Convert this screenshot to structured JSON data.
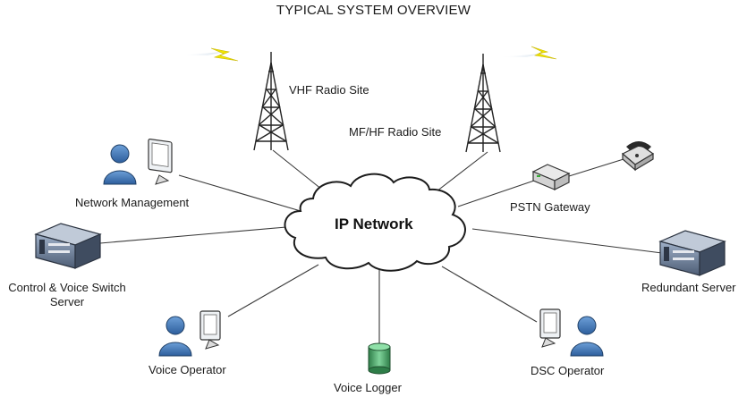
{
  "title": "TYPICAL SYSTEM OVERVIEW",
  "center_node": {
    "label": "IP Network",
    "icon": "cloud-icon"
  },
  "nodes": {
    "vhf_radio_site": {
      "label": "VHF Radio Site",
      "icon": "radio-tower-icon"
    },
    "mfhf_radio_site": {
      "label": "MF/HF Radio Site",
      "icon": "radio-tower-icon"
    },
    "network_management": {
      "label": "Network Management",
      "icon": "user-workstation-icon"
    },
    "pstn_gateway": {
      "label": "PSTN Gateway",
      "icon": "gateway-router-icon"
    },
    "control_voice_switch_server": {
      "label_line1": "Control & Voice Switch",
      "label_line2": "Server",
      "icon": "rack-server-icon"
    },
    "redundant_server": {
      "label": "Redundant Server",
      "icon": "rack-server-icon"
    },
    "voice_operator": {
      "label": "Voice Operator",
      "icon": "user-workstation-icon"
    },
    "dsc_operator": {
      "label": "DSC Operator",
      "icon": "user-workstation-icon"
    },
    "voice_logger": {
      "label": "Voice Logger",
      "icon": "database-cylinder-icon"
    },
    "telephone": {
      "icon": "telephone-icon"
    }
  },
  "colors": {
    "line": "#333333",
    "person": "#3b74b8",
    "server": "#5e6f86",
    "logger": "#3c9a5f",
    "lightning": "#f2e600",
    "beam": "#7fa6c9"
  }
}
